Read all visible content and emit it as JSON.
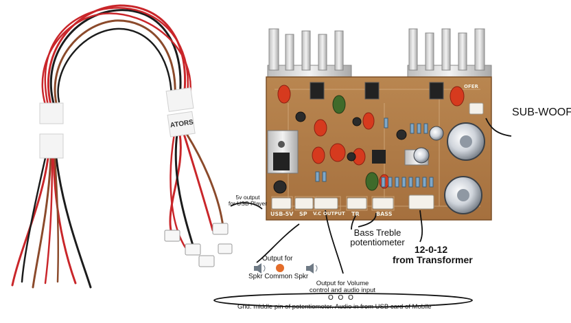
{
  "annotations": {
    "sub_woofer": "SUB-WOOFER",
    "usb_5v_line1": "5v output",
    "usb_5v_line2": "for USB Player",
    "bass_treble_line1": "Bass Treble",
    "bass_treble_line2": "potentiometer",
    "transformer_line1": "12-0-12",
    "transformer_line2": "from Transformer",
    "output_for": "Output for",
    "spkr_common_spkr": "Spkr Common Spkr",
    "volume_line1": "Output for Volume",
    "volume_line2": "control and audio input",
    "volume_pins": "O O O",
    "volume_line3": "Gnd. middle pin of potentiometer. Audio in from USB card of Mobile"
  },
  "board_markings": {
    "usb_5v": "USB-5V",
    "sp": "SP",
    "vc_output": "V.C OUTPUT",
    "tr": "TR",
    "bass": "BASS",
    "sub_connector": "OFER",
    "wire_tag": "ATORS"
  },
  "colors": {
    "pcb": "#b07a45",
    "heatsink": "#d9d9d9",
    "capacitor_red": "#d63a1e",
    "capacitor_green": "#3f6a2a",
    "wire_red": "#c9262a",
    "wire_black": "#1c1c1c",
    "wire_brown": "#8b4a2b"
  }
}
